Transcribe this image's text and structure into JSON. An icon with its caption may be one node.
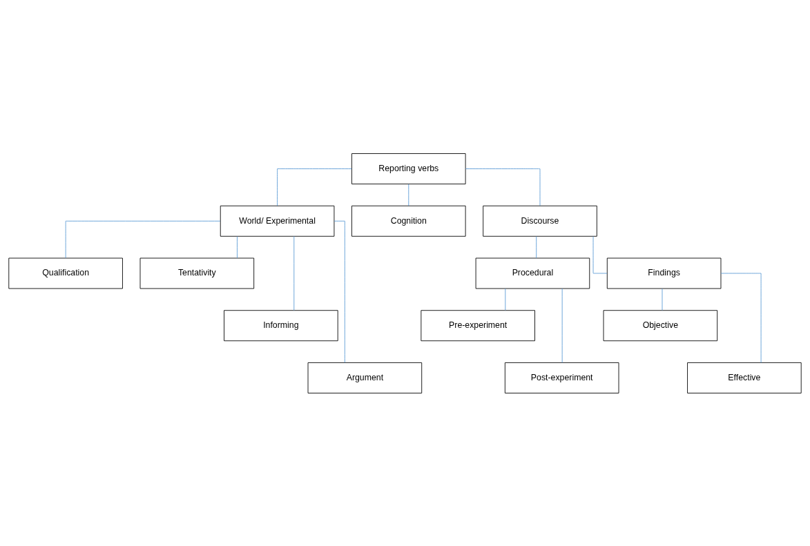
{
  "diagram": {
    "nodes": [
      {
        "text": [
          "Reporting verbs"
        ]
      },
      {
        "text": [
          "World/ Experimental"
        ]
      },
      {
        "text": [
          "Cognition"
        ]
      },
      {
        "text": [
          "Discourse"
        ]
      },
      {
        "text": [
          "Qualification"
        ]
      },
      {
        "text": [
          "Tentativity"
        ]
      },
      {
        "text": [
          "Procedural"
        ]
      },
      {
        "text": [
          "Findings"
        ]
      },
      {
        "text": [
          "Informing"
        ]
      },
      {
        "text": [
          "Pre-experiment"
        ]
      },
      {
        "text": [
          "Objective"
        ]
      },
      {
        "text": [
          "Argument"
        ]
      },
      {
        "text": [
          "Post-experiment"
        ]
      },
      {
        "text": [
          "Effective"
        ]
      }
    ],
    "edges": [
      {
        "from": 0,
        "to": 1,
        "arrow": "none",
        "color": "#5b9bd5"
      },
      {
        "from": 0,
        "to": 2,
        "arrow": "none",
        "color": "#5b9bd5"
      },
      {
        "from": 0,
        "to": 3,
        "arrow": "none",
        "color": "#5b9bd5"
      },
      {
        "from": 1,
        "to": 8,
        "arrow": "none",
        "color": "#5b9bd5"
      },
      {
        "from": 1,
        "to": 11,
        "arrow": "none",
        "color": "#5b9bd5"
      },
      {
        "from": 1,
        "to": 4,
        "arrow": "none",
        "color": "#5b9bd5"
      },
      {
        "from": 1,
        "to": 5,
        "arrow": "none",
        "color": "#5b9bd5"
      },
      {
        "from": 3,
        "to": 6,
        "arrow": "none",
        "color": "#5b9bd5"
      },
      {
        "from": 3,
        "to": 7,
        "arrow": "none",
        "color": "#5b9bd5"
      },
      {
        "from": 6,
        "to": 9,
        "arrow": "none",
        "color": "#5b9bd5"
      },
      {
        "from": 6,
        "to": 12,
        "arrow": "none",
        "color": "#5b9bd5"
      },
      {
        "from": 7,
        "to": 10,
        "arrow": "none",
        "color": "#5b9bd5"
      },
      {
        "from": 7,
        "to": 13,
        "arrow": "none",
        "color": "#5b9bd5"
      }
    ]
  }
}
